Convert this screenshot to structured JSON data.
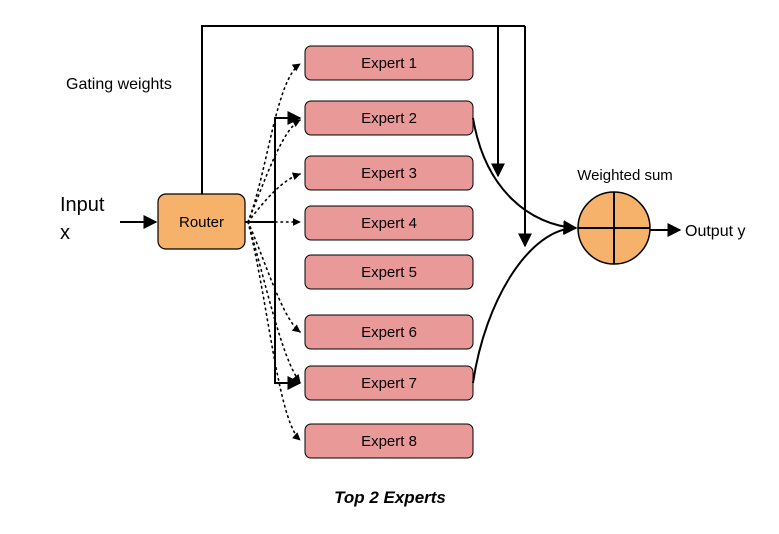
{
  "input_label_line1": "Input",
  "input_label_line2": "x",
  "router_label": "Router",
  "gating_label": "Gating weights",
  "experts": [
    "Expert 1",
    "Expert 2",
    "Expert 3",
    "Expert 4",
    "Expert 5",
    "Expert 6",
    "Expert 7",
    "Expert 8"
  ],
  "weighted_sum_label": "Weighted sum",
  "output_label": "Output y",
  "caption": "Top 2 Experts",
  "colors": {
    "router_fill": "#f6b26b",
    "expert_fill": "#ea9999",
    "sum_fill": "#f6b26b",
    "stroke": "#000000"
  }
}
